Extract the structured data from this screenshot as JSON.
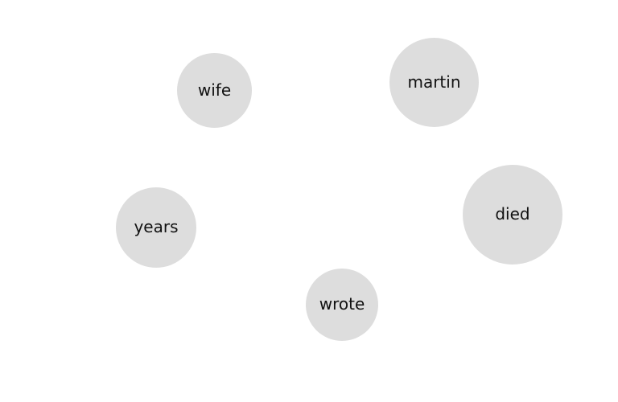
{
  "bubbles": [
    {
      "word": "wife"
    },
    {
      "word": "martin"
    },
    {
      "word": "years"
    },
    {
      "word": "died"
    },
    {
      "word": "wrote"
    }
  ],
  "colors": {
    "background": "#ffffff",
    "bubble_fill": "#dddddd",
    "text": "#111111"
  }
}
